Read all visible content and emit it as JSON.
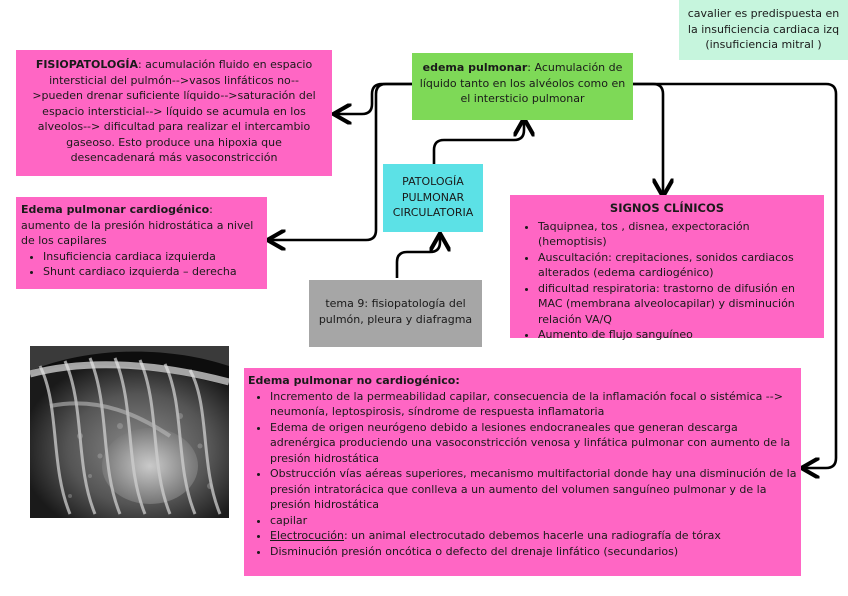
{
  "note": {
    "text": "cavalier es predispuesta  en la insuficiencia cardiaca izq (insuficiencia mitral )"
  },
  "fisiopatologia": {
    "title": "FISIOPATOLOGÍA",
    "text": ": acumulación fluido en espacio intersticial del pulmón-->vasos linfáticos no-->pueden drenar suficiente líquido-->saturación del espacio intersticial--> líquido se acumula en los alveolos--> dificultad para realizar el intercambio gaseoso. Esto produce una hipoxia que desencadenará más vasoconstricción"
  },
  "edema": {
    "title": "edema pulmonar",
    "text": ": Acumulación de líquido tanto en los alvéolos como en el intersticio pulmonar"
  },
  "patologia": {
    "text": "PATOLOGÍA PULMONAR CIRCULATORIA"
  },
  "tema": {
    "text": "tema 9: fisiopatología del pulmón, pleura y diafragma"
  },
  "cardiogenico": {
    "title": "Edema pulmonar cardiogénico",
    "text": ": aumento de la presión hidrostática a nivel de los capilares",
    "items": [
      "Insuficiencia cardiaca izquierda",
      "Shunt cardiaco izquierda – derecha"
    ]
  },
  "signos": {
    "title": "SIGNOS CLÍNICOS",
    "items": [
      "Taquipnea, tos , disnea, expectoración (hemoptisis)",
      "Auscultación: crepitaciones, sonidos cardiacos alterados (edema cardiogénico)",
      "dificultad respiratoria: trastorno de difusión en MAC (membrana alveolocapilar) y disminución relación VA/Q",
      "Aumento de flujo sanguíneo"
    ]
  },
  "nocardiogenico": {
    "title": "Edema pulmonar no cardiogénico:",
    "items": [
      "Incremento de la permeabilidad capilar, consecuencia de la inflamación focal o sistémica --> neumonía, leptospirosis, síndrome de respuesta inflamatoria",
      "Edema de origen neurógeno debido a lesiones endocraneales que generan descarga adrenérgica produciendo una vasoconstricción venosa y linfática pulmonar con aumento de la presión hidrostática",
      "Obstrucción vías aéreas superiores, mecanismo multifactorial donde hay una disminución de la presión intratorácica que conlleva a un aumento del volumen sanguíneo pulmonar y de la presión hidrostática",
      "capilar"
    ],
    "electro_label": "Electrocución",
    "electro_text": ": un animal electrocutado debemos hacerle una radiografía de tórax",
    "last_item": "Disminución presión oncótica o defecto del drenaje linfático (secundarios)"
  },
  "colors": {
    "pink": "#ff66c4",
    "green": "#7ed957",
    "cyan": "#5ce1e6",
    "grey": "#a6a6a6",
    "mint": "#c6f5dd"
  }
}
